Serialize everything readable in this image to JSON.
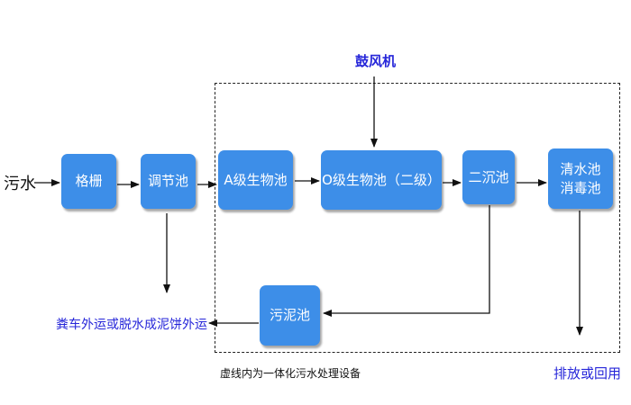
{
  "nodes": {
    "wastewater": "污水",
    "screen": "格栅",
    "equalization": "调节池",
    "a_tank": "A级生物池",
    "o_tank": "O级生物池（二级）",
    "secondary_clarifier": "二沉池",
    "clear_tank_line1": "清水池",
    "clear_tank_line2": "消毒池",
    "sludge_tank": "污泥池"
  },
  "labels": {
    "blower": "鼓风机",
    "sludge_disposal": "粪车外运或脱水成泥饼外运",
    "boundary_note": "虚线内为一体化污水处理设备",
    "discharge": "排放或回用"
  },
  "colors": {
    "box_fill": "#3d8ee8",
    "box_text": "#ffffff",
    "label_blue": "#2626d9",
    "arrow": "#111111"
  }
}
